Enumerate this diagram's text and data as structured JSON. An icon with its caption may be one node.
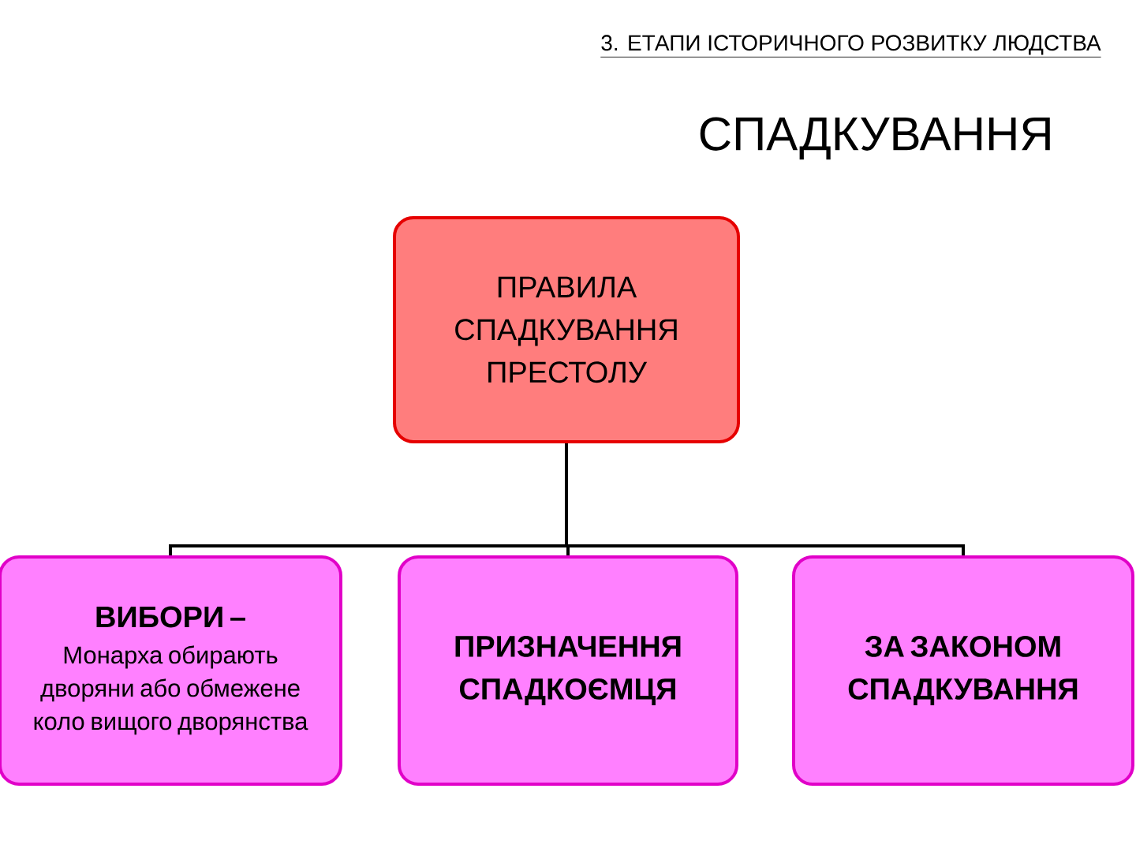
{
  "diagram": {
    "title": "СПАДКУВАННЯ",
    "nodes": [
      {
        "text": [
          "ПРАВИЛА СПАДКУВАННЯ ПРЕСТОЛУ"
        ]
      },
      {
        "text": [
          "ВИБОРИ –",
          "Монарха обирають дворяни або обмежене коло вищого дворянства"
        ]
      },
      {
        "text": [
          "ПРИЗНАЧЕННЯ СПАДКОЄМЦЯ"
        ]
      },
      {
        "text": [
          "ЗА ЗАКОНОМ СПАДКУВАННЯ"
        ]
      }
    ],
    "edges": [
      {
        "from": 0,
        "to": 1,
        "arrow": "none"
      },
      {
        "from": 0,
        "to": 2,
        "arrow": "none"
      },
      {
        "from": 0,
        "to": 3,
        "arrow": "none"
      }
    ],
    "labels": [
      "3. ЕТАПИ ІСТОРИЧНОГО РОЗВИТКУ ЛЮДСТВА"
    ]
  }
}
